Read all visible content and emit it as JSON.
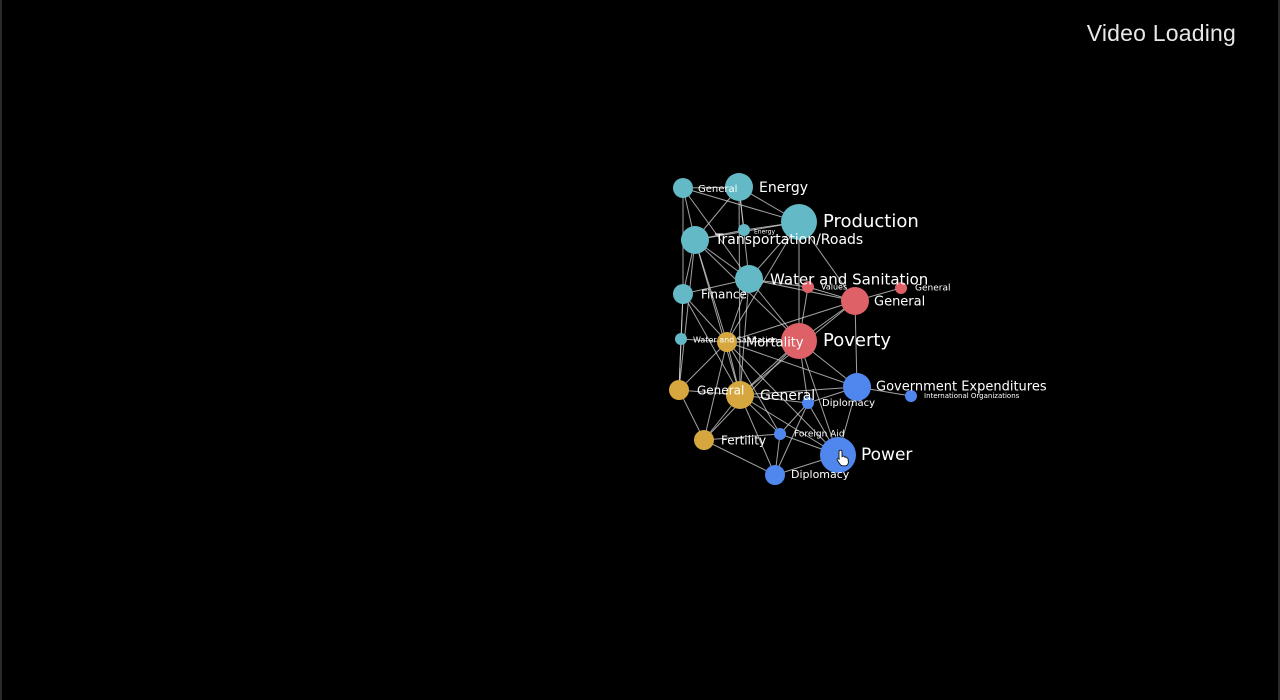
{
  "player": {
    "status_text": "Video Loading"
  },
  "colors": {
    "infrastructure": "#64b9c6",
    "poverty": "#de6167",
    "population": "#d7a73f",
    "international": "#4f87ee",
    "edge": "#d8d8d8",
    "background": "#000000"
  },
  "graph": {
    "nodes": [
      {
        "id": "inf-general",
        "label": "General",
        "group": "infrastructure",
        "size": "small"
      },
      {
        "id": "inf-energy",
        "label": "Energy",
        "group": "infrastructure",
        "size": "medium"
      },
      {
        "id": "inf-energy-small",
        "label": "Energy",
        "group": "infrastructure",
        "size": "tiny"
      },
      {
        "id": "inf-production",
        "label": "Production",
        "group": "infrastructure",
        "size": "large"
      },
      {
        "id": "inf-transportation",
        "label": "Transportation/Roads",
        "group": "infrastructure",
        "size": "medium"
      },
      {
        "id": "inf-water",
        "label": "Water and Sanitation",
        "group": "infrastructure",
        "size": "medium"
      },
      {
        "id": "inf-finance",
        "label": "Finance",
        "group": "infrastructure",
        "size": "small"
      },
      {
        "id": "inf-water-small",
        "label": "Water and Sanitation",
        "group": "infrastructure",
        "size": "tiny"
      },
      {
        "id": "pov-values",
        "label": "Values",
        "group": "poverty",
        "size": "tiny"
      },
      {
        "id": "pov-general-small",
        "label": "General",
        "group": "poverty",
        "size": "tiny"
      },
      {
        "id": "pov-general",
        "label": "General",
        "group": "poverty",
        "size": "medium"
      },
      {
        "id": "pov-poverty",
        "label": "Poverty",
        "group": "poverty",
        "size": "large"
      },
      {
        "id": "pop-mortality",
        "label": "Mortality",
        "group": "population",
        "size": "small"
      },
      {
        "id": "pop-general-left",
        "label": "General",
        "group": "population",
        "size": "small"
      },
      {
        "id": "pop-general",
        "label": "General",
        "group": "population",
        "size": "medium"
      },
      {
        "id": "pop-fertility",
        "label": "Fertility",
        "group": "population",
        "size": "small"
      },
      {
        "id": "int-govexp",
        "label": "Government Expenditures",
        "group": "international",
        "size": "medium"
      },
      {
        "id": "int-intorgs",
        "label": "International Organizations",
        "group": "international",
        "size": "tiny"
      },
      {
        "id": "int-diplomacy-top",
        "label": "Diplomacy",
        "group": "international",
        "size": "tiny"
      },
      {
        "id": "int-foreignaid",
        "label": "Foreign Aid",
        "group": "international",
        "size": "tiny"
      },
      {
        "id": "int-power",
        "label": "Power",
        "group": "international",
        "size": "large"
      },
      {
        "id": "int-diplomacy",
        "label": "Diplomacy",
        "group": "international",
        "size": "small"
      }
    ],
    "edges": [
      [
        "inf-general",
        "inf-energy"
      ],
      [
        "inf-general",
        "inf-transportation"
      ],
      [
        "inf-general",
        "inf-water"
      ],
      [
        "inf-general",
        "inf-finance"
      ],
      [
        "inf-general",
        "inf-production"
      ],
      [
        "inf-energy",
        "inf-production"
      ],
      [
        "inf-energy",
        "inf-transportation"
      ],
      [
        "inf-energy",
        "inf-water"
      ],
      [
        "inf-energy",
        "inf-energy-small"
      ],
      [
        "inf-energy",
        "pop-general"
      ],
      [
        "inf-energy-small",
        "inf-production"
      ],
      [
        "inf-energy-small",
        "inf-transportation"
      ],
      [
        "inf-production",
        "inf-transportation"
      ],
      [
        "inf-production",
        "inf-water"
      ],
      [
        "inf-production",
        "pov-poverty"
      ],
      [
        "inf-production",
        "pov-general"
      ],
      [
        "inf-production",
        "pop-mortality"
      ],
      [
        "inf-transportation",
        "inf-water"
      ],
      [
        "inf-transportation",
        "inf-finance"
      ],
      [
        "inf-transportation",
        "pop-mortality"
      ],
      [
        "inf-transportation",
        "pop-general"
      ],
      [
        "inf-transportation",
        "pov-poverty"
      ],
      [
        "inf-transportation",
        "pop-general-left"
      ],
      [
        "inf-water",
        "inf-finance"
      ],
      [
        "inf-water",
        "pov-poverty"
      ],
      [
        "inf-water",
        "pop-mortality"
      ],
      [
        "inf-water",
        "pop-general"
      ],
      [
        "inf-water",
        "pov-general"
      ],
      [
        "inf-water",
        "pov-values"
      ],
      [
        "inf-finance",
        "pop-mortality"
      ],
      [
        "inf-finance",
        "pop-general"
      ],
      [
        "inf-finance",
        "inf-water-small"
      ],
      [
        "inf-finance",
        "pop-general-left"
      ],
      [
        "inf-water-small",
        "pop-mortality"
      ],
      [
        "inf-water-small",
        "pop-general-left"
      ],
      [
        "pov-values",
        "pov-general"
      ],
      [
        "pov-values",
        "pov-poverty"
      ],
      [
        "pov-general-small",
        "pov-general"
      ],
      [
        "pov-general",
        "pov-poverty"
      ],
      [
        "pov-general",
        "pop-mortality"
      ],
      [
        "pov-general",
        "int-govexp"
      ],
      [
        "pov-general",
        "pop-general"
      ],
      [
        "pov-poverty",
        "pop-mortality"
      ],
      [
        "pov-poverty",
        "pop-general"
      ],
      [
        "pov-poverty",
        "int-govexp"
      ],
      [
        "pov-poverty",
        "int-diplomacy-top"
      ],
      [
        "pov-poverty",
        "pop-fertility"
      ],
      [
        "pov-poverty",
        "int-power"
      ],
      [
        "pop-mortality",
        "pop-general"
      ],
      [
        "pop-mortality",
        "pop-general-left"
      ],
      [
        "pop-mortality",
        "pop-fertility"
      ],
      [
        "pop-mortality",
        "int-govexp"
      ],
      [
        "pop-mortality",
        "int-foreignaid"
      ],
      [
        "pop-mortality",
        "int-power"
      ],
      [
        "pop-general-left",
        "pop-general"
      ],
      [
        "pop-general-left",
        "pop-fertility"
      ],
      [
        "pop-general",
        "pop-fertility"
      ],
      [
        "pop-general",
        "int-govexp"
      ],
      [
        "pop-general",
        "int-diplomacy-top"
      ],
      [
        "pop-general",
        "int-foreignaid"
      ],
      [
        "pop-general",
        "int-power"
      ],
      [
        "pop-general",
        "int-diplomacy"
      ],
      [
        "pop-fertility",
        "int-foreignaid"
      ],
      [
        "pop-fertility",
        "int-diplomacy"
      ],
      [
        "int-govexp",
        "int-diplomacy-top"
      ],
      [
        "int-govexp",
        "int-power"
      ],
      [
        "int-govexp",
        "int-intorgs"
      ],
      [
        "int-diplomacy-top",
        "int-foreignaid"
      ],
      [
        "int-diplomacy-top",
        "int-power"
      ],
      [
        "int-diplomacy-top",
        "int-diplomacy"
      ],
      [
        "int-foreignaid",
        "int-power"
      ],
      [
        "int-foreignaid",
        "int-diplomacy"
      ],
      [
        "int-power",
        "int-diplomacy"
      ]
    ]
  }
}
